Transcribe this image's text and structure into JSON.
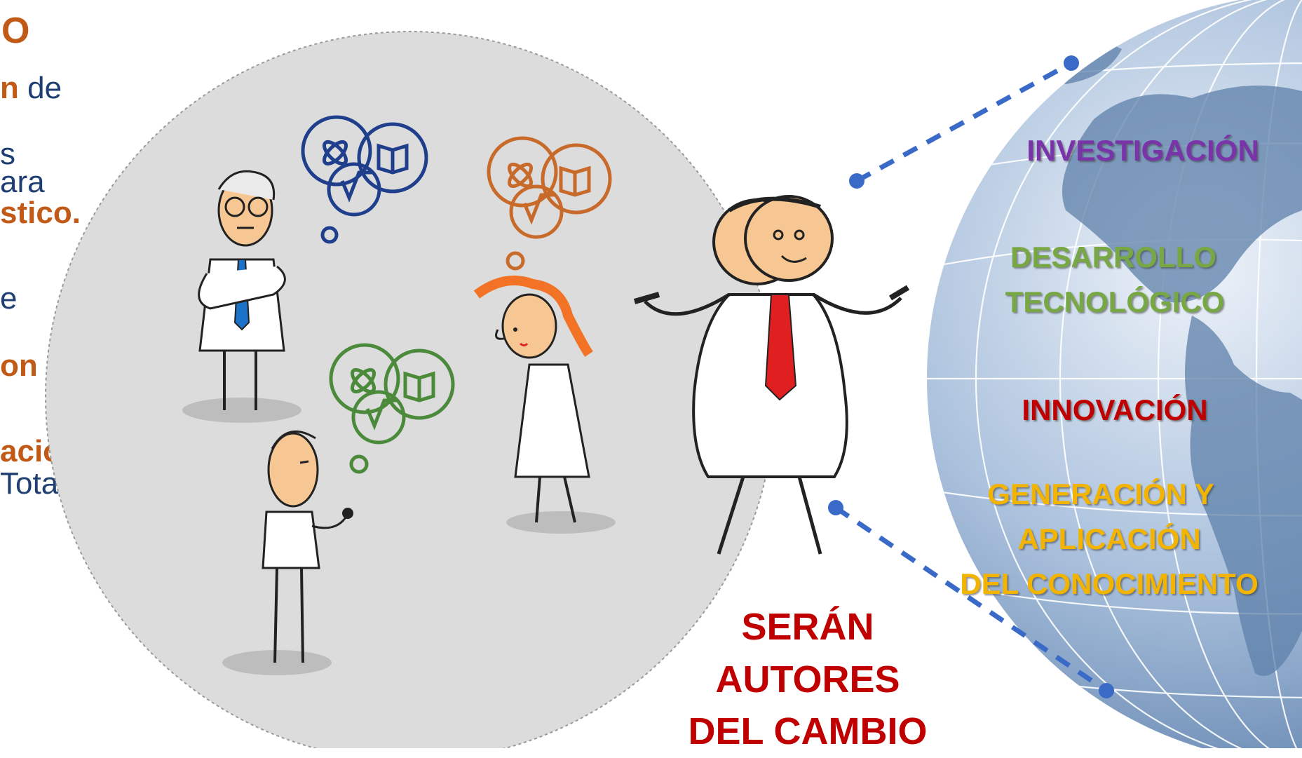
{
  "left_text": {
    "fragments": [
      "O",
      "n",
      "de",
      "s",
      "ara",
      "stico.",
      "e",
      "on de",
      "ación",
      "Total)."
    ]
  },
  "globe_labels": [
    {
      "text": "INVESTIGACIÓN",
      "color": "#7a33a8"
    },
    {
      "text": "DESARROLLO",
      "color": "#77a843"
    },
    {
      "text": "TECNOLÓGICO",
      "color": "#77a843"
    },
    {
      "text": "INNOVACIÓN",
      "color": "#c00000"
    },
    {
      "text": "GENERACIÓN Y",
      "color": "#f2b400"
    },
    {
      "text": "APLICACIÓN",
      "color": "#f2b400"
    },
    {
      "text": "DEL CONOCIMIENTO",
      "color": "#f2b400"
    }
  ],
  "slogan": {
    "lines": [
      "SERÁN",
      "AUTORES",
      "DEL CAMBIO"
    ],
    "color": "#c00000"
  },
  "thought_bubbles": [
    {
      "icons": [
        "atom-icon",
        "book-icon",
        "math-icon"
      ],
      "color": "#1f3f8c"
    },
    {
      "icons": [
        "atom-icon",
        "book-icon",
        "math-icon"
      ],
      "color": "#c86a2a"
    },
    {
      "icons": [
        "atom-icon",
        "book-icon",
        "math-icon"
      ],
      "color": "#4a8a3a"
    }
  ],
  "colors": {
    "circle_fill": "#dcdcdc",
    "connector": "#3a6ac8",
    "globe_light": "#dbe6f2",
    "globe_dark": "#6f93bd"
  }
}
